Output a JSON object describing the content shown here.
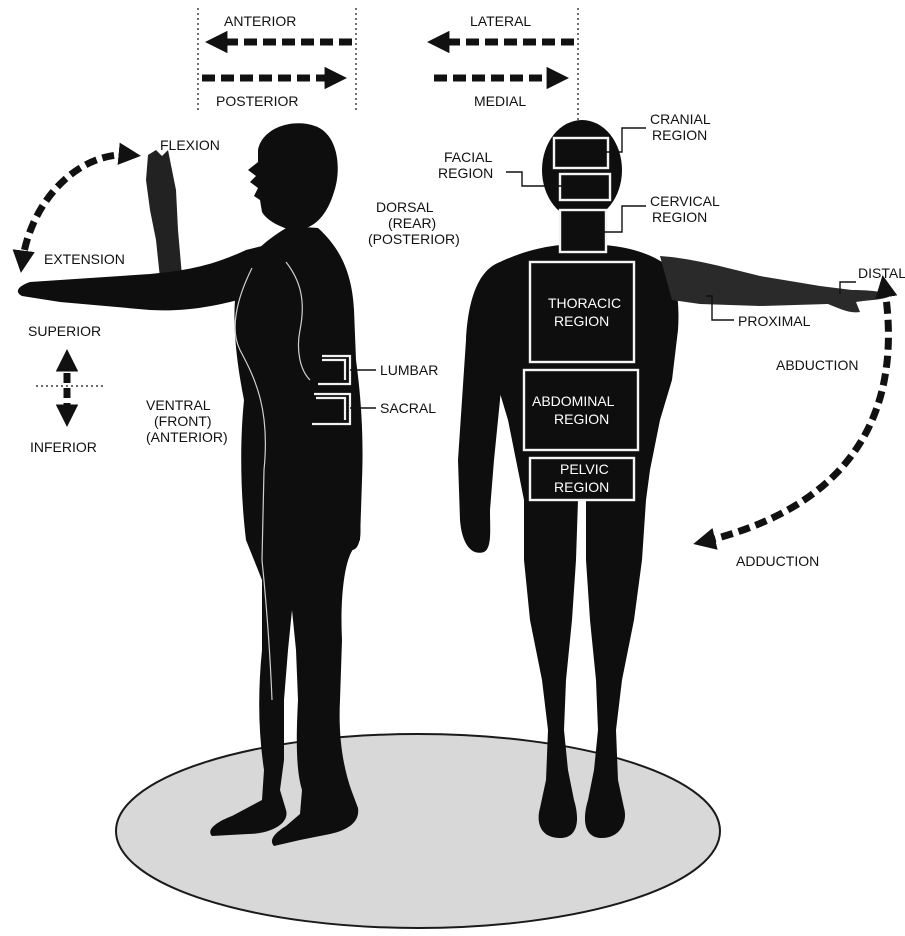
{
  "colors": {
    "silhouette": "#0e0e0e",
    "platform": "#d8d8d8",
    "platform_edge": "#1a1a1a",
    "region_box": "#f4f4f4",
    "text": "#111111",
    "background": "#ffffff"
  },
  "directions": {
    "anterior": "ANTERIOR",
    "posterior": "POSTERIOR",
    "lateral": "LATERAL",
    "medial": "MEDIAL"
  },
  "side_figure": {
    "flexion": "FLEXION",
    "extension": "EXTENSION",
    "superior": "SUPERIOR",
    "inferior": "INFERIOR",
    "dorsal": [
      "DORSAL",
      "(REAR)",
      "(POSTERIOR)"
    ],
    "ventral": [
      "VENTRAL",
      "(FRONT)",
      "(ANTERIOR)"
    ],
    "lumbar": "LUMBAR",
    "sacral": "SACRAL"
  },
  "front_figure": {
    "cranial": [
      "CRANIAL",
      "REGION"
    ],
    "facial": [
      "FACIAL",
      "REGION"
    ],
    "cervical": [
      "CERVICAL",
      "REGION"
    ],
    "thoracic": [
      "THORACIC",
      "REGION"
    ],
    "abdominal": [
      "ABDOMINAL",
      "REGION"
    ],
    "pelvic": [
      "PELVIC",
      "REGION"
    ],
    "distal": "DISTAL",
    "proximal": "PROXIMAL",
    "abduction": "ABDUCTION",
    "adduction": "ADDUCTION"
  }
}
